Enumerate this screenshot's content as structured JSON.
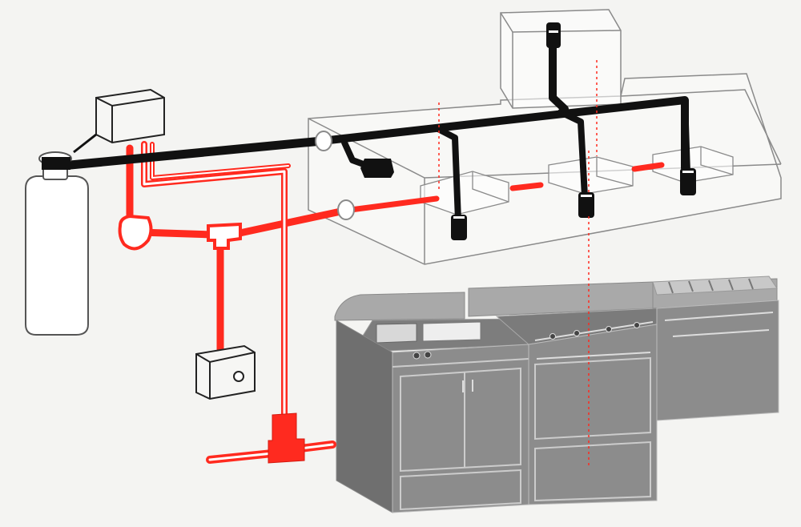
{
  "colors": {
    "background": "#f4f4f2",
    "gas_pipe": "#111111",
    "detection_line": "#ff2a1f",
    "outline": "#8a8a8a",
    "appliance_fill": "#8c8c8c",
    "appliance_dark": "#6f6f6f",
    "appliance_light": "#a9a9a9",
    "box_fill": "#f6f6f4"
  },
  "components": [
    {
      "id": "agent-cylinder",
      "icon": "gas-cylinder-icon"
    },
    {
      "id": "control-box",
      "icon": "control-box-icon"
    },
    {
      "id": "manual-pull-station",
      "icon": "pull-station-icon"
    },
    {
      "id": "exhaust-hood",
      "icon": "hood-icon"
    },
    {
      "id": "exhaust-duct",
      "icon": "duct-icon"
    },
    {
      "id": "discharge-nozzles",
      "icon": "nozzle-icon"
    },
    {
      "id": "fusible-link-line",
      "icon": "detection-line-icon"
    },
    {
      "id": "cooking-appliances",
      "icon": "cooking-line-icon"
    }
  ]
}
